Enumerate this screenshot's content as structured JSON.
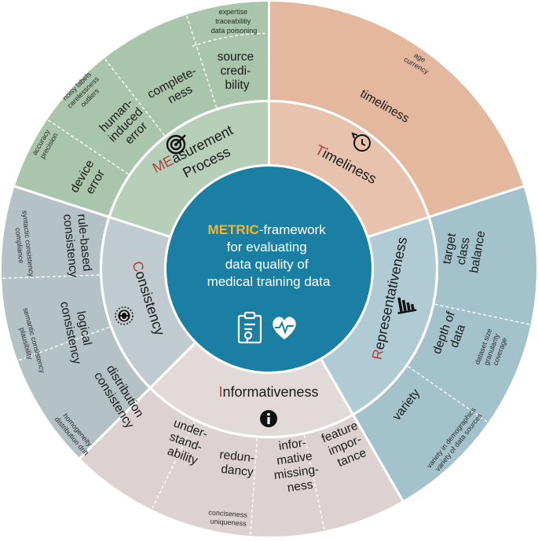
{
  "center": {
    "line1_accent": "METRIC",
    "line1_rest": "-framework",
    "line2": "for evaluating",
    "line3": "data quality of",
    "line4": "medical training data"
  },
  "colors": {
    "measurement": "#a9c5ab",
    "measurement_inner": "#b7ceb9",
    "timeliness": "#e3b89f",
    "timeliness_inner": "#e7c2ad",
    "representativeness": "#a4c2cc",
    "representativeness_inner": "#b0cbd4",
    "informativeness": "#dcd2d2",
    "informativeness_inner": "#e2d9d9",
    "consistency": "#b4c2c6",
    "consistency_inner": "#bfcbce",
    "center": "#1b7fa3",
    "accent_red": "#b0413e",
    "accent_yellow": "#f2b632"
  },
  "dimensions": {
    "measurement": {
      "accent": "ME",
      "rest": "asurement",
      "line2": "Process",
      "icon": "target-icon"
    },
    "timeliness": {
      "accent": "T",
      "rest": "imeliness",
      "icon": "clock-icon"
    },
    "representativeness": {
      "accent": "R",
      "rest": "epresentativeness",
      "icon": "bar-chart-icon"
    },
    "informativeness": {
      "accent": "I",
      "rest": "nformativeness",
      "icon": "info-icon"
    },
    "consistency": {
      "accent": "C",
      "rest": "onsistency",
      "icon": "sync-icon"
    }
  },
  "clusters": {
    "device_error": {
      "lines": [
        "device",
        "error"
      ],
      "subs": [
        "accuracy",
        "precision"
      ]
    },
    "human_error": {
      "lines": [
        "human-",
        "induced",
        "error"
      ],
      "subs": [
        "noisy labels",
        "carelessness",
        "outliers"
      ]
    },
    "completeness": {
      "lines": [
        "complete-",
        "ness"
      ],
      "subs": []
    },
    "source_credibility": {
      "lines": [
        "source",
        "credi-",
        "bility"
      ],
      "subs": [
        "expertise",
        "traceabilitiy",
        "data poisoning"
      ]
    },
    "timeliness": {
      "lines": [
        "timeliness"
      ],
      "subs": [
        "age",
        "currency"
      ]
    },
    "target_class_balance": {
      "lines": [
        "target",
        "class",
        "balance"
      ],
      "subs": []
    },
    "depth_of_data": {
      "lines": [
        "depth of",
        "data"
      ],
      "subs": [
        "dataset size",
        "granularity",
        "coverage"
      ]
    },
    "variety": {
      "lines": [
        "variety"
      ],
      "subs": [
        "variety in demographics",
        "variety of data sources"
      ]
    },
    "feature_importance": {
      "lines": [
        "feature",
        "impor-",
        "tance"
      ],
      "subs": []
    },
    "informative_missingness": {
      "lines": [
        "infor-",
        "mative",
        "missing-",
        "ness"
      ],
      "subs": []
    },
    "redundancy": {
      "lines": [
        "redun-",
        "dancy"
      ],
      "subs": [
        "conciseness",
        "uniqueness"
      ]
    },
    "understandability": {
      "lines": [
        "under-",
        "stand-",
        "ability"
      ],
      "subs": []
    },
    "distribution_consistency": {
      "lines": [
        "distribution",
        "consistency"
      ],
      "subs": [
        "homogeneity",
        "distribution drift"
      ]
    },
    "logical_consistency": {
      "lines": [
        "logical",
        "consistency"
      ],
      "subs": [
        "semantic consistency",
        "plausibility"
      ]
    },
    "rule_based_consistency": {
      "lines": [
        "rule-based",
        "consistency"
      ],
      "subs": [
        "syntactic consistency",
        "compliance"
      ]
    }
  }
}
